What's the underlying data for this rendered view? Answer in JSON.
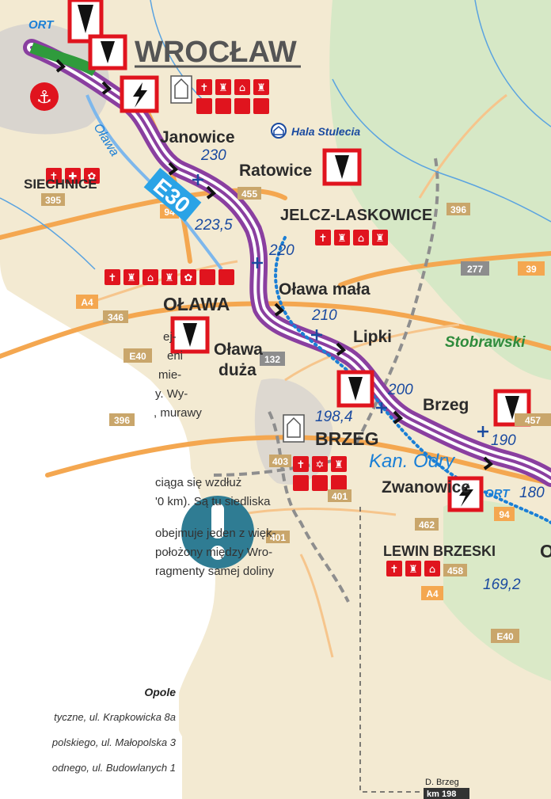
{
  "colors": {
    "river_route": "#8a3fa0",
    "water": "#2a7fd4",
    "land": "#f2e8cf",
    "forest": "#cfe7c1",
    "road": "#f6a84a",
    "marker_red": "#e0141e",
    "road_badge": "#c9a66b",
    "route_badge": "#2aa3e6"
  },
  "cities": {
    "wroclaw": "WROCŁAW",
    "janowice": "Janowice",
    "ratowice": "Ratowice",
    "siechnice": "SIECHNICE",
    "jelcz": "JELCZ-LASKOWICE",
    "olawa": "OŁAWA",
    "olawa_mala": "Oława mała",
    "olawa_duza_1": "Oława",
    "olawa_duza_2": "duża",
    "lipki": "Lipki",
    "brzeg_town": "BRZEG",
    "brzeg_port": "Brzeg",
    "zwanowice": "Zwanowice",
    "lewin": "LEWIN BRZESKI",
    "hala": "Hala Stulecia",
    "stobrawski": "Stobrawski",
    "kanal": "Kan. Odry",
    "ort1": "ORT",
    "ort2": "ORT",
    "olawa_river": "Oława",
    "edge_c": "O"
  },
  "km": {
    "k230": "230",
    "k2235": "223,5",
    "k220": "220",
    "k210": "210",
    "k200": "200",
    "k1984": "198,4",
    "k190": "190",
    "k180": "180",
    "k1692": "169,2"
  },
  "roads": {
    "r455": "455",
    "r395": "395",
    "r94a": "94",
    "r396a": "396",
    "r277": "277",
    "r39": "39",
    "rA4a": "A4",
    "r346": "346",
    "rE40a": "E40",
    "r132": "132",
    "r396b": "396",
    "r403": "403",
    "r401a": "401",
    "r401b": "401",
    "r462": "462",
    "r94b": "94",
    "r458": "458",
    "rA4b": "A4",
    "rE40b": "E40",
    "r457": "457"
  },
  "route": "E30",
  "gauge": {
    "line1": "D. Brzeg",
    "line2": "km 198"
  },
  "side_text": {
    "l1": "ej-",
    "l2": "eni",
    "l3": "mie-",
    "l4": "y. Wy-",
    "l5": ", murawy",
    "l6": "ciąga się wzdłuż",
    "l7": "'0 km). Są tu siedliska",
    "l8": "obejmuje jeden z więk-",
    "l9": "położony między Wro-",
    "l10": "ragmenty samej doliny"
  },
  "info": {
    "title": "Opole",
    "line1": "tyczne, ul. Krapkowicka 8a",
    "line2": "polskiego, ul. Małopolska 3",
    "line3": "odnego, ul. Budowlanych 1"
  }
}
